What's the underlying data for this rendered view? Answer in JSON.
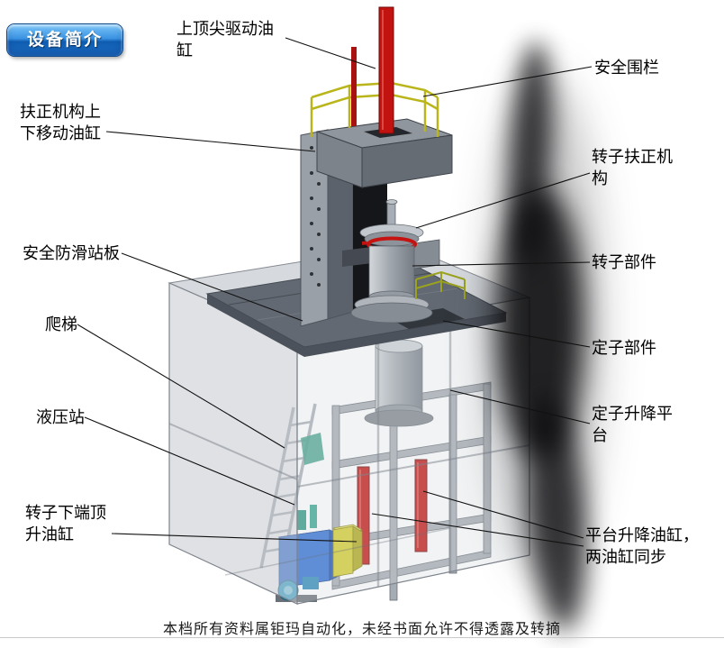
{
  "badge": {
    "label": "设备简介"
  },
  "labels": {
    "top_spindle_cylinder": "上顶尖驱动油缸",
    "safety_fence": "安全围栏",
    "righting_lift_cylinder": "扶正机构上下移动油缸",
    "rotor_righting_mechanism": "转子扶正机构",
    "antislip_platform": "安全防滑站板",
    "rotor_part": "转子部件",
    "ladder": "爬梯",
    "stator_part": "定子部件",
    "hydraulic_station": "液压站",
    "stator_lift_platform": "定子升降平台",
    "rotor_bottom_jack_cylinder": "转子下端顶升油缸",
    "platform_lift_cylinders": "平台升降油缸，两油缸同步"
  },
  "footer": {
    "text": "本档所有资料属钜玛自动化，未经书面允许不得透露及转摘"
  },
  "colors": {
    "badge_blue": "#1d78d2",
    "cylinder_red": "#c31310",
    "railing_yellow": "#b9b51a",
    "deck_gray": "#626972",
    "hydraulic_blue": "#2f6fd6",
    "hydraulic_yellow": "#d6cf2b"
  }
}
